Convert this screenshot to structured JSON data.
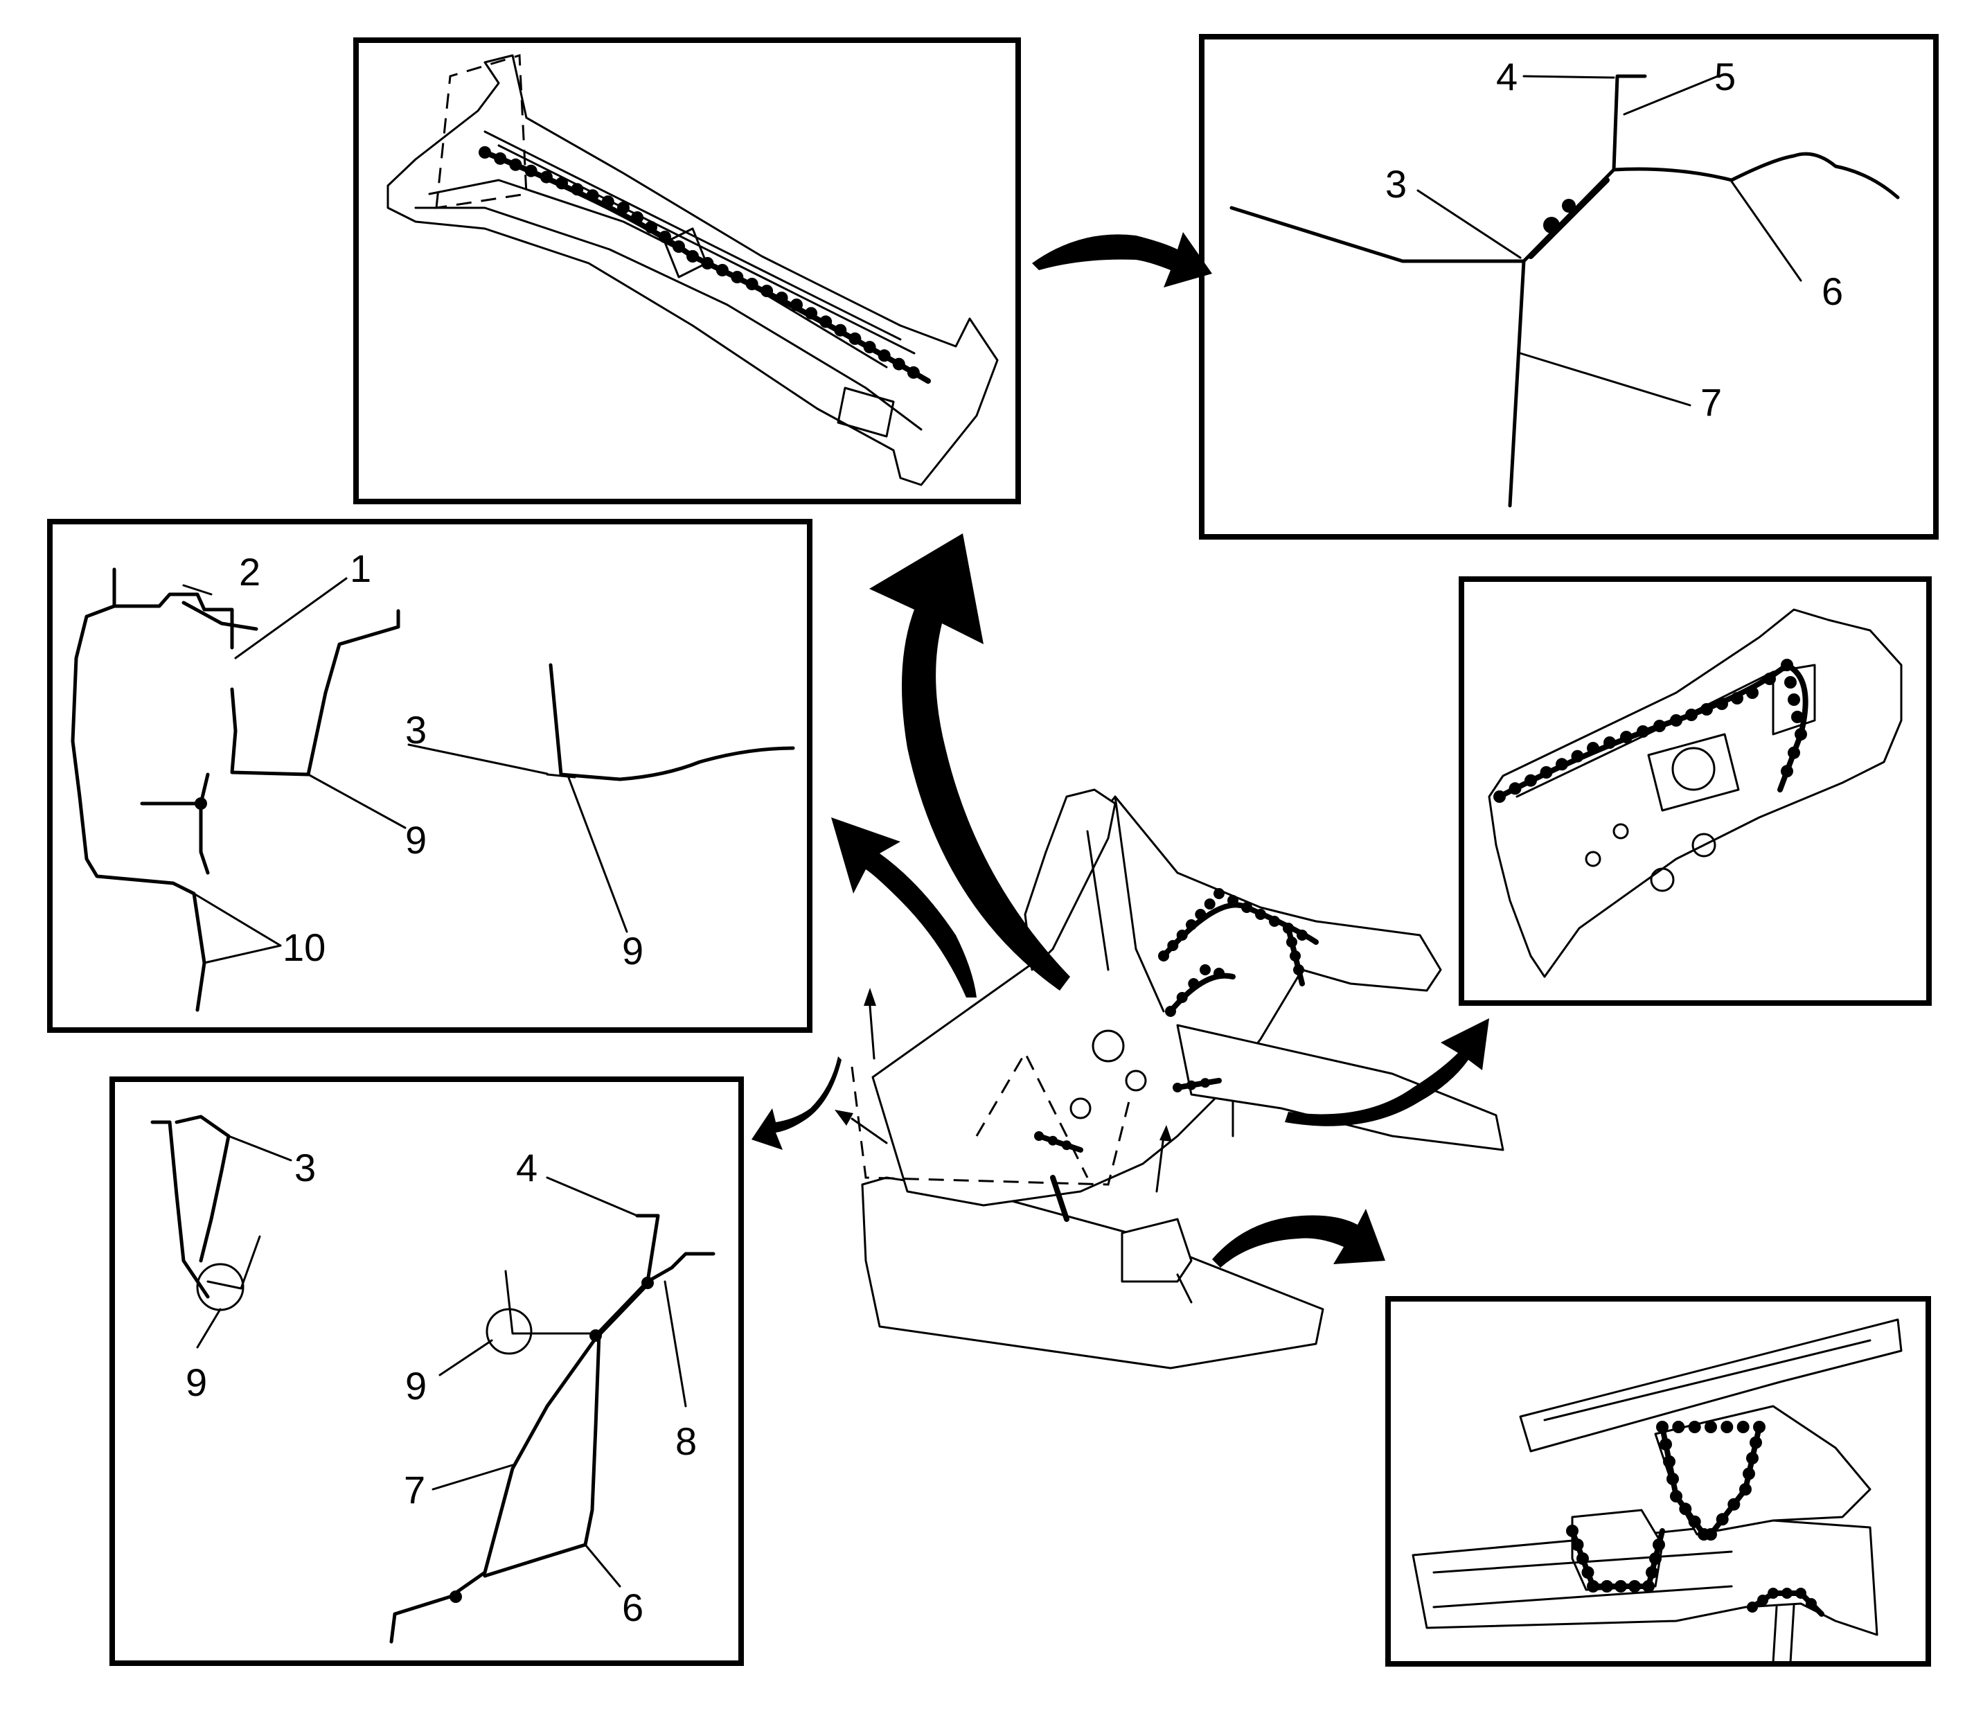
{
  "callouts": {
    "p1_1": "1",
    "p1_2": "2",
    "p1_3": "3",
    "p1_9a": "9",
    "p1_9b": "9",
    "p1_10": "10",
    "p2_3": "3",
    "p2_4": "4",
    "p2_5": "5",
    "p2_6": "6",
    "p2_7": "7",
    "p3_3": "3",
    "p3_4": "4",
    "p3_6": "6",
    "p3_7": "7",
    "p3_8": "8",
    "p3_9a": "9",
    "p3_9b": "9"
  }
}
